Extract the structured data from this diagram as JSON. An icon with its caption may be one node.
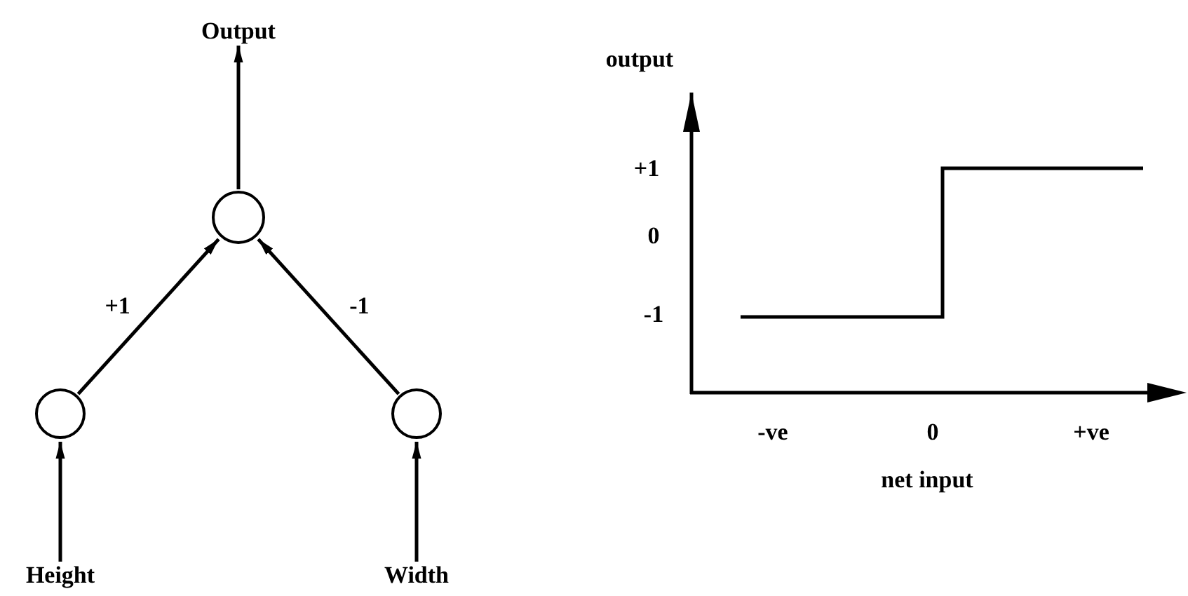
{
  "diagram": {
    "nodes": [
      {
        "text": [
          "Output"
        ]
      },
      {
        "text": [],
        "shape": "circle"
      },
      {
        "text": [],
        "shape": "circle"
      },
      {
        "text": [],
        "shape": "circle"
      },
      {
        "text": [
          "Height"
        ]
      },
      {
        "text": [
          "Width"
        ]
      }
    ],
    "edges": [
      {
        "from": 1,
        "to": 0,
        "arrow": "to"
      },
      {
        "from": 2,
        "to": 1,
        "arrow": "to",
        "label": "+1"
      },
      {
        "from": 3,
        "to": 1,
        "arrow": "to",
        "label": "-1"
      },
      {
        "from": 4,
        "to": 2,
        "arrow": "to"
      },
      {
        "from": 5,
        "to": 3,
        "arrow": "to"
      }
    ],
    "labels": [
      "output",
      "+1",
      "0",
      "-1",
      "-ve",
      "0",
      "+ve",
      "net input"
    ]
  }
}
